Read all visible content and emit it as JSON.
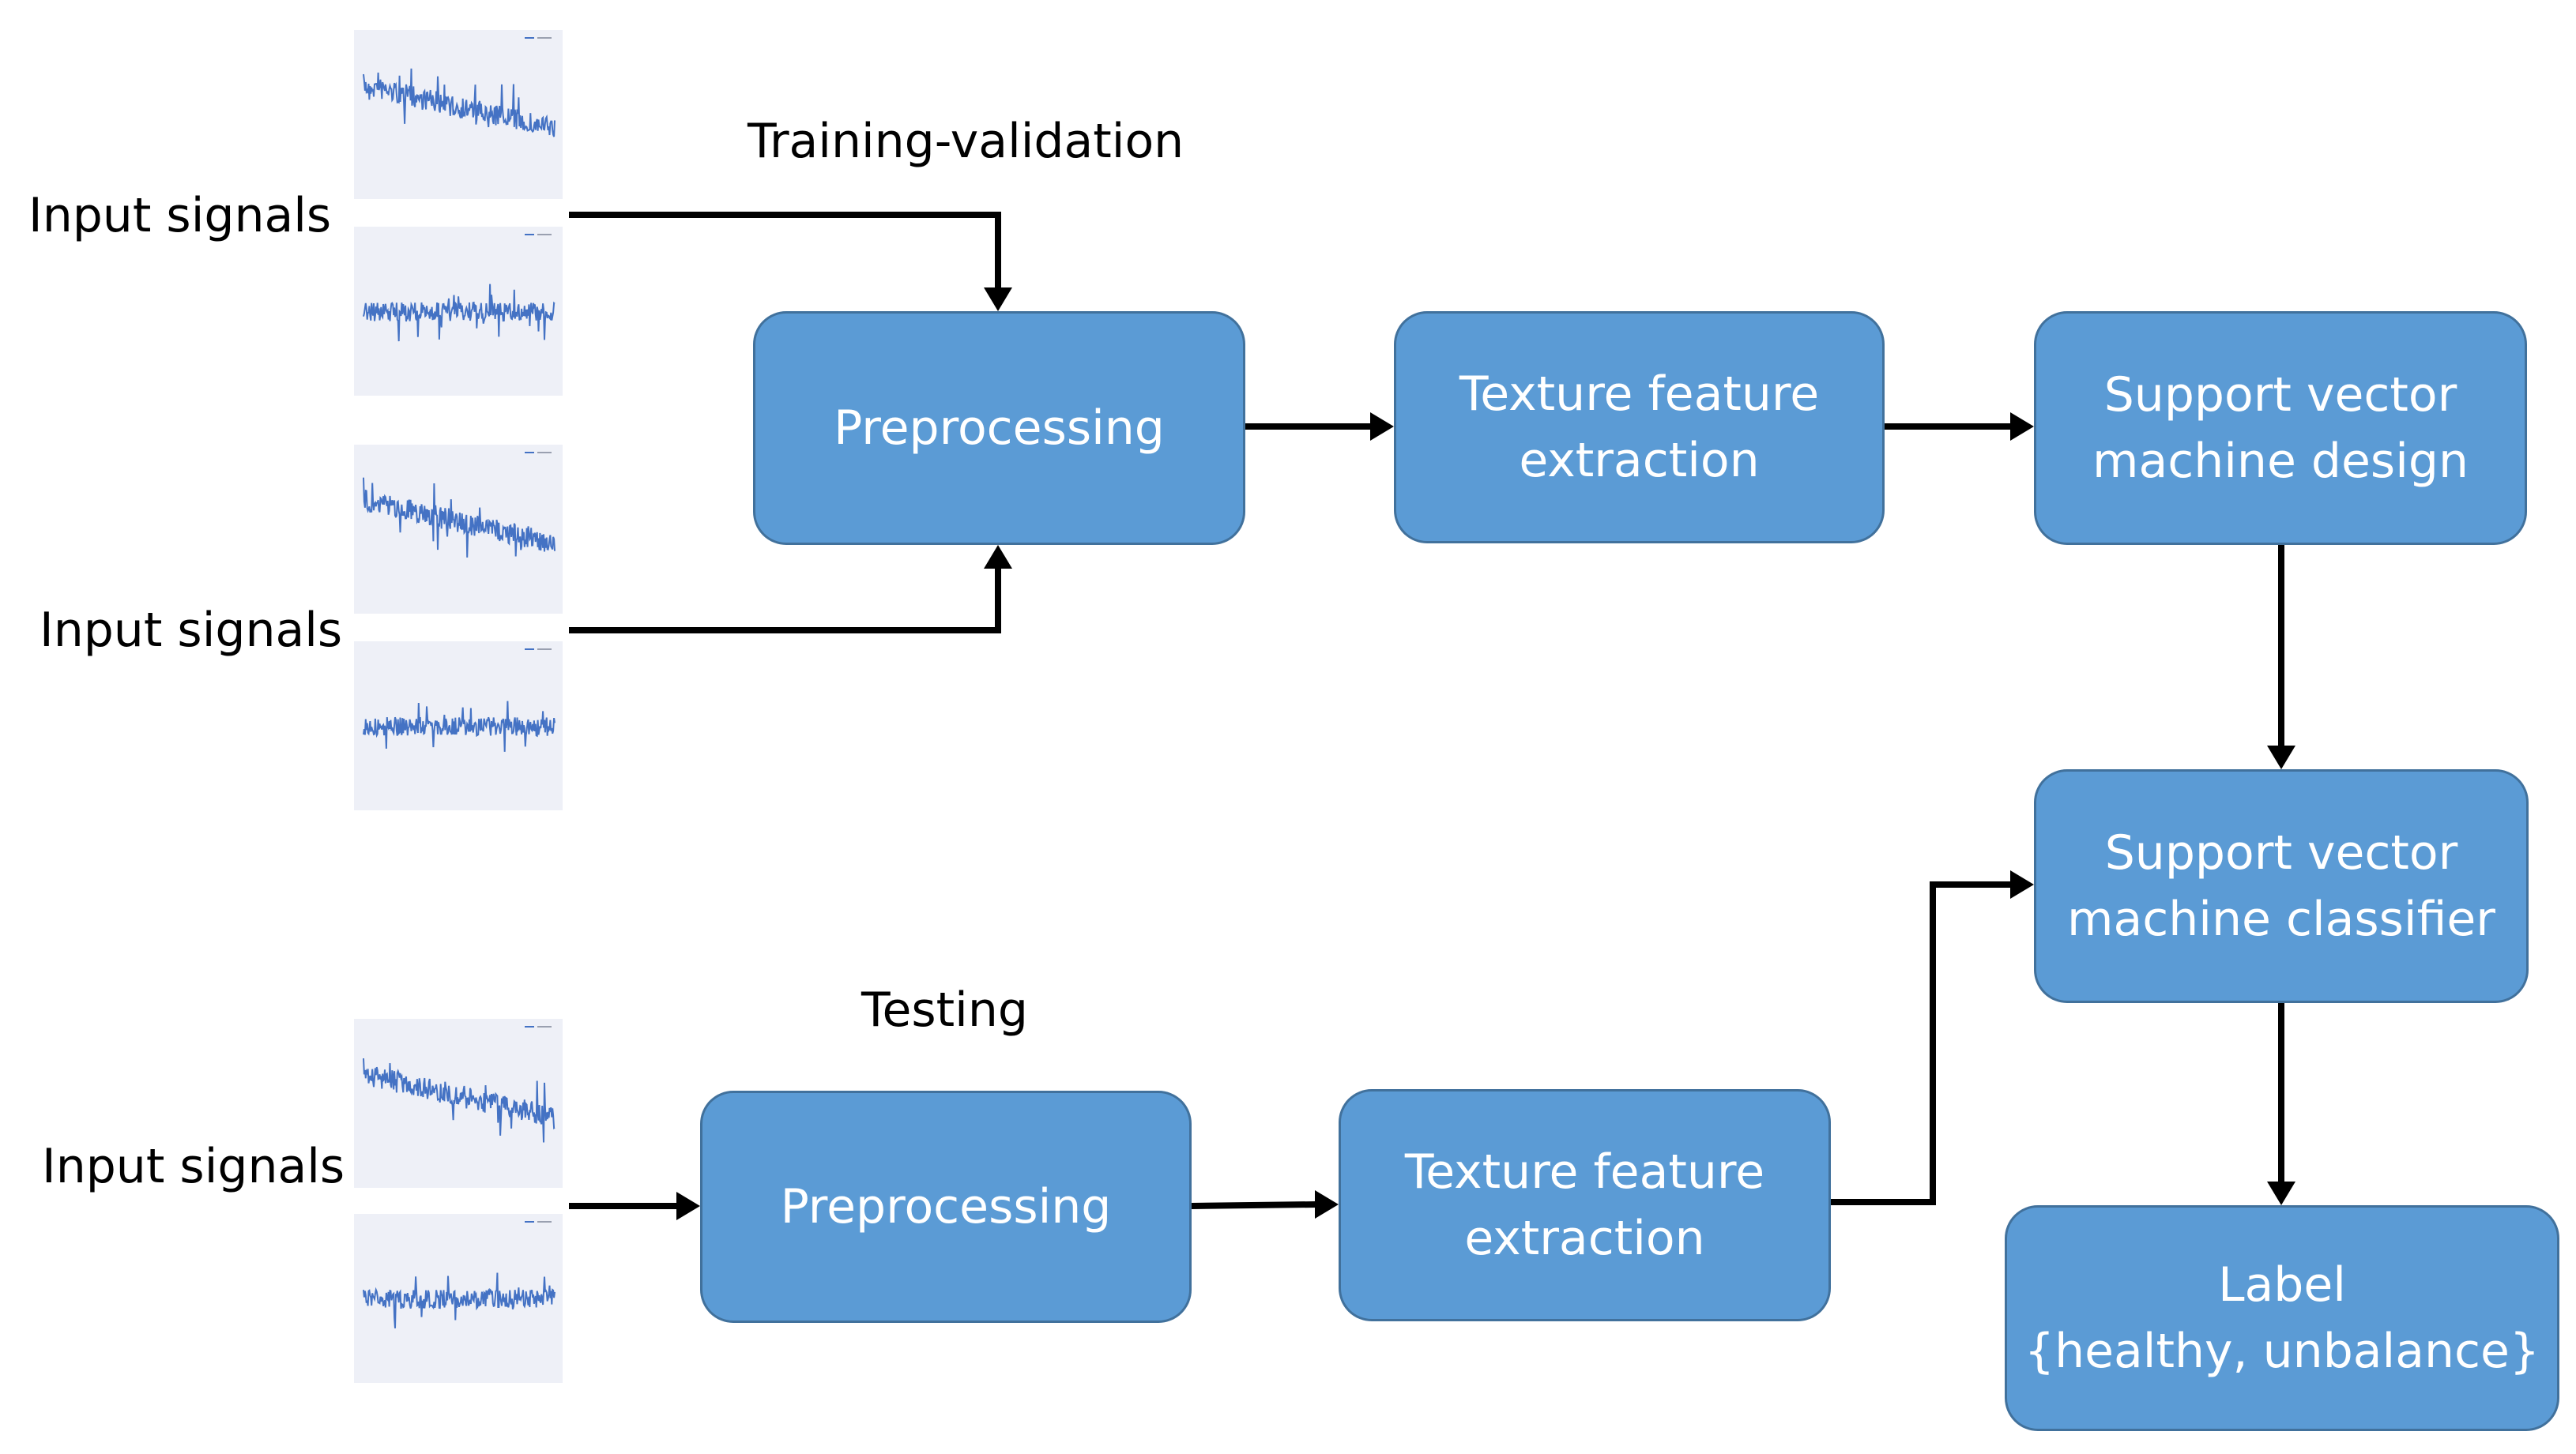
{
  "labels": {
    "input_signals_1": "Input signals",
    "input_signals_2": "Input signals",
    "input_signals_3": "Input signals",
    "training_validation": "Training-validation",
    "testing": "Testing"
  },
  "boxes": {
    "preprocessing_train": [
      "Preprocessing"
    ],
    "texture_train": [
      "Texture feature",
      "extraction"
    ],
    "svm_design": [
      "Support vector",
      "machine design"
    ],
    "svm_classifier": [
      "Support vector",
      "machine classifier"
    ],
    "preprocessing_test": [
      "Preprocessing"
    ],
    "texture_test": [
      "Texture feature",
      "extraction"
    ],
    "label": [
      "Label",
      "{healthy, unbalance}"
    ]
  },
  "colors": {
    "box_fill": "#5b9bd5",
    "box_border": "#41719c",
    "box_text": "#ffffff",
    "signal_line": "#4472c4",
    "thumbnail_background": "#eef0f7",
    "connector": "#000000"
  }
}
